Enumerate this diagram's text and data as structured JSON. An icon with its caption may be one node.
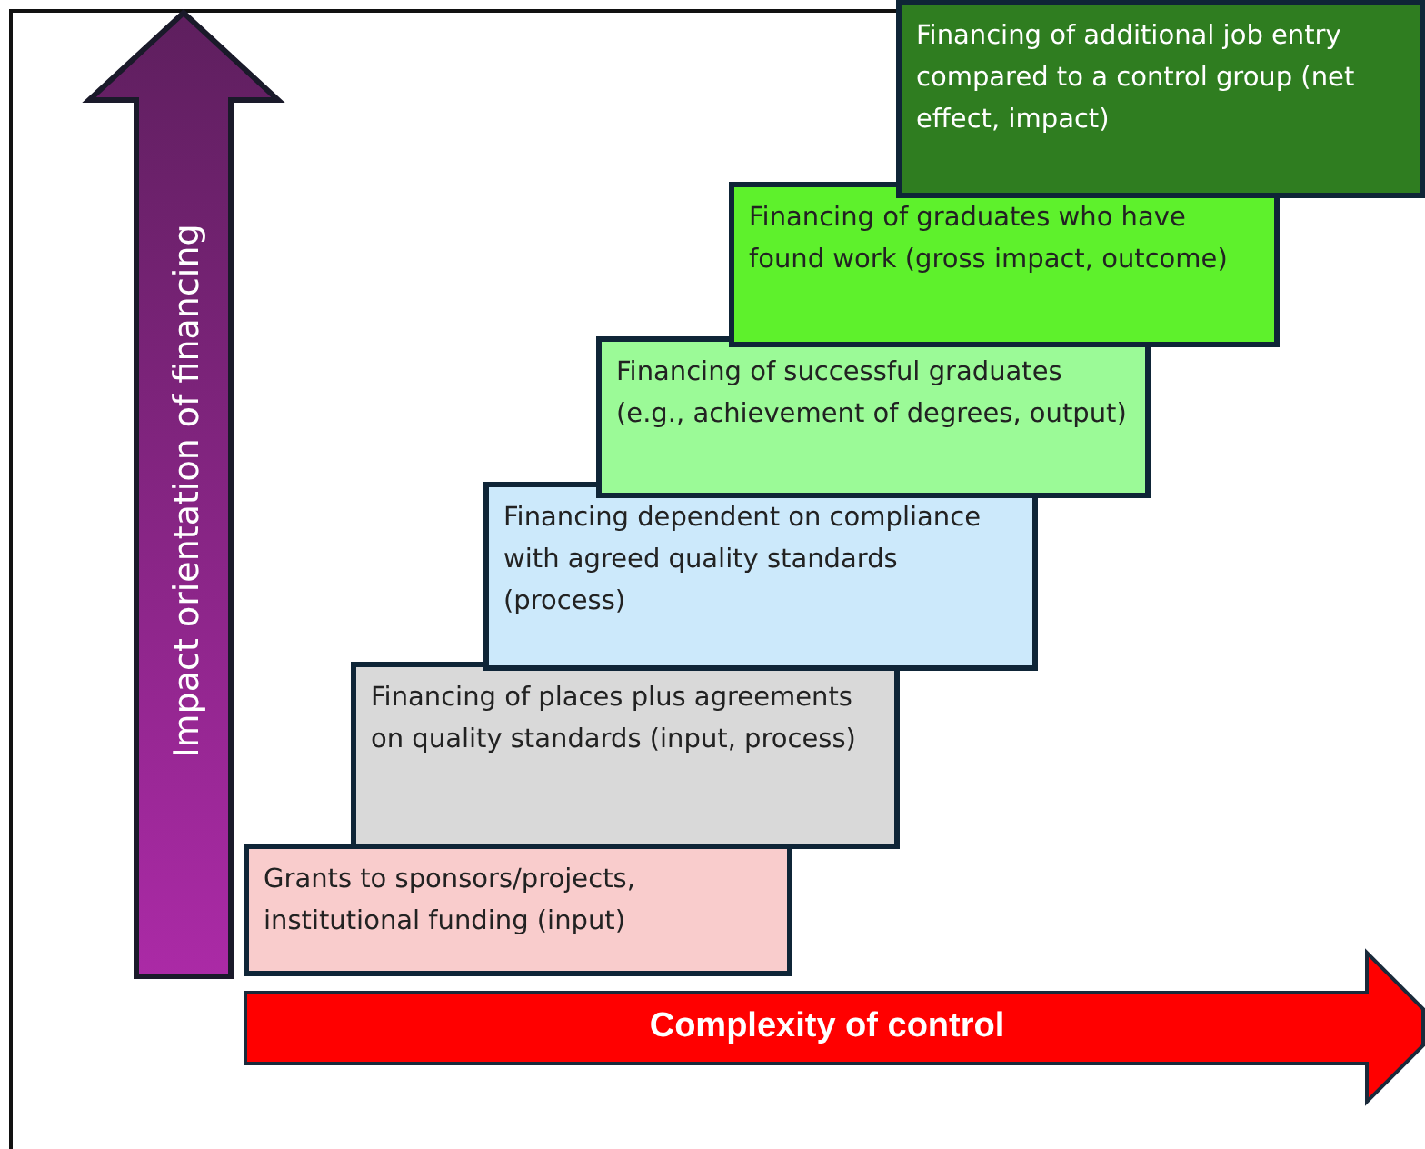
{
  "diagram": {
    "nodes": [
      {
        "text": [
          "Grants to sponsors/projects, institutional funding (input)"
        ]
      },
      {
        "text": [
          "Financing of places plus agreements on quality standards (input, process)"
        ]
      },
      {
        "text": [
          "Financing dependent on compliance with agreed quality standards (process)"
        ]
      },
      {
        "text": [
          "Financing of successful graduates (e.g., achievement of degrees, output)"
        ]
      },
      {
        "text": [
          "Financing of graduates who have found work (gross impact, outcome)"
        ]
      },
      {
        "text": [
          "Financing of additional job entry compared to a control group (net effect, impact)"
        ]
      }
    ],
    "labels": [
      "Impact orientation of financing",
      "Complexity of control"
    ]
  }
}
